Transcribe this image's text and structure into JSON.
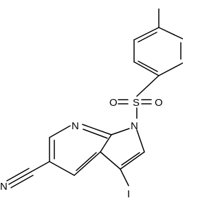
{
  "molecule": {
    "atoms": {
      "nitrile_n": "N",
      "pyridine_n": "N",
      "pyrrole_n": "N",
      "sulfur": "S",
      "oxygen_left": "O",
      "oxygen_right": "O",
      "iodine": "I"
    }
  }
}
